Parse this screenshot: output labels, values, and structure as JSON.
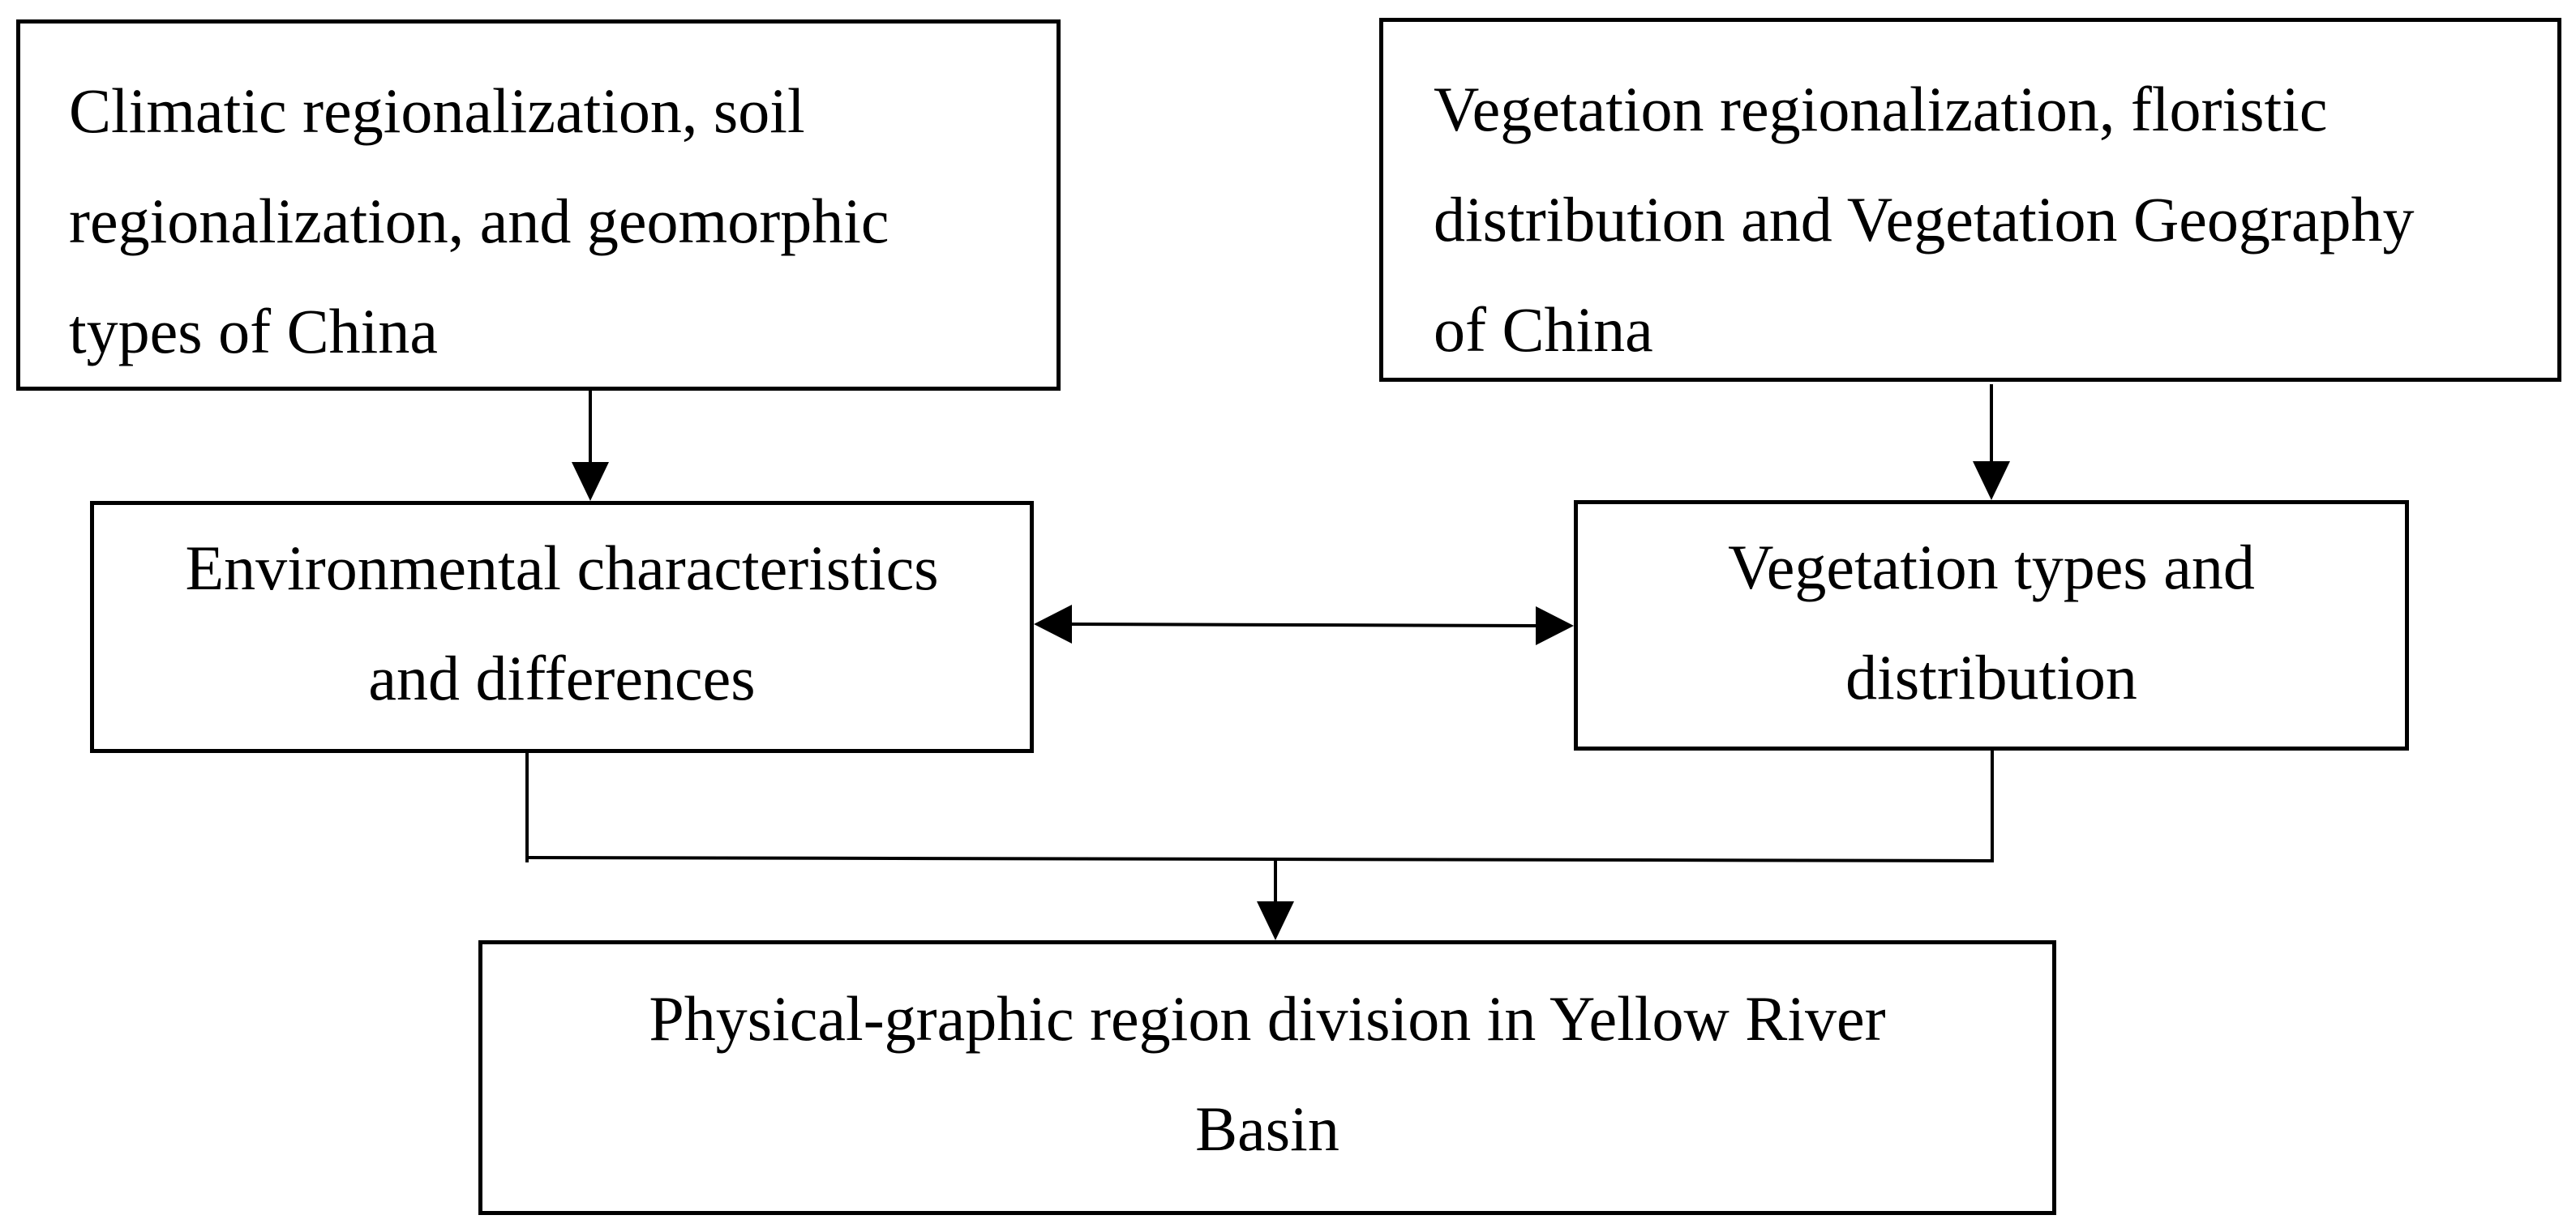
{
  "diagram": {
    "boxes": {
      "climate": "Climatic regionalization, soil\nregionalization, and geomorphic\ntypes of China",
      "vegetation_region": "Vegetation regionalization, floristic\ndistribution and Vegetation Geography\nof China",
      "environment": "Environmental characteristics\nand differences",
      "vegetation_types": "Vegetation types and\ndistribution",
      "division": "Physical-graphic region division in Yellow River\nBasin"
    },
    "colors": {
      "stroke": "#000000",
      "background": "#ffffff"
    }
  }
}
